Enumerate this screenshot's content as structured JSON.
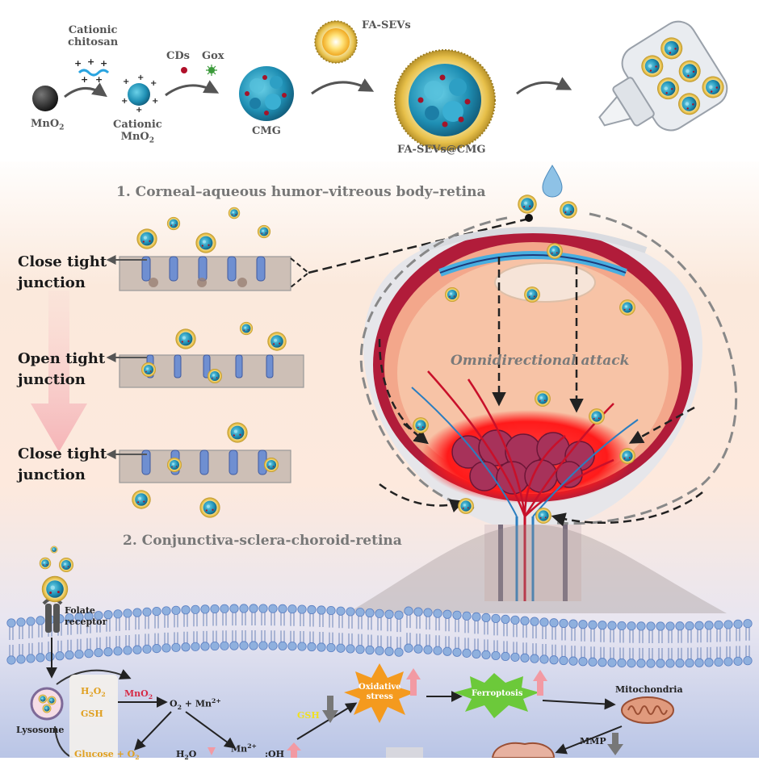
{
  "synthesis": {
    "mno2_label": "MnO",
    "mno2_sub": "2",
    "chitosan_label_line1": "Cationic",
    "chitosan_label_line2": "chitosan",
    "cationic_mno2_line1": "Cationic",
    "cationic_mno2_line2": "MnO",
    "cationic_mno2_sub": "2",
    "cds_label": "CDs",
    "gox_label": "Gox",
    "cmg_label": "CMG",
    "fa_sevs_label": "FA-SEVs",
    "product_label": "FA-SEVs@CMG"
  },
  "routes": {
    "route1": "1. Corneal–aqueous humor–vitreous body–retina",
    "route2": "2. Conjunctiva-sclera-choroid-retina"
  },
  "junctions": [
    {
      "line1": "Close tight",
      "line2": "junction"
    },
    {
      "line1": "Open tight",
      "line2": "junction"
    },
    {
      "line1": "Close tight",
      "line2": "junction"
    }
  ],
  "eye": {
    "attack_label": "Omnidirectional attack"
  },
  "cell": {
    "receptor_line1": "Folate",
    "receptor_line2": "receptor",
    "lysosome_label": "Lysosome",
    "h2o2": "H",
    "gsh": "GSH",
    "glucose": "Glucose + O",
    "mno2_red": "MnO",
    "o2_mn": "O",
    "mn2_label": "Mn",
    "oh_label": ":OH",
    "h2o_label": "H",
    "gsh_down": "GSH",
    "oxidative_line1": "Oxidative",
    "oxidative_line2": "stress",
    "ferroptosis": "Ferroptosis",
    "mitochondria": "Mitochondria",
    "mmp": "MMP"
  },
  "colors": {
    "membrane_blue": "#8fb0de",
    "tumor_red": "#ff2a2a",
    "oxidative_orange": "#f49a1e",
    "ferroptosis_green": "#6cc93a",
    "nanoparticle_gold": "#e8c23a",
    "up_arrow_pink": "#f29aa3"
  }
}
